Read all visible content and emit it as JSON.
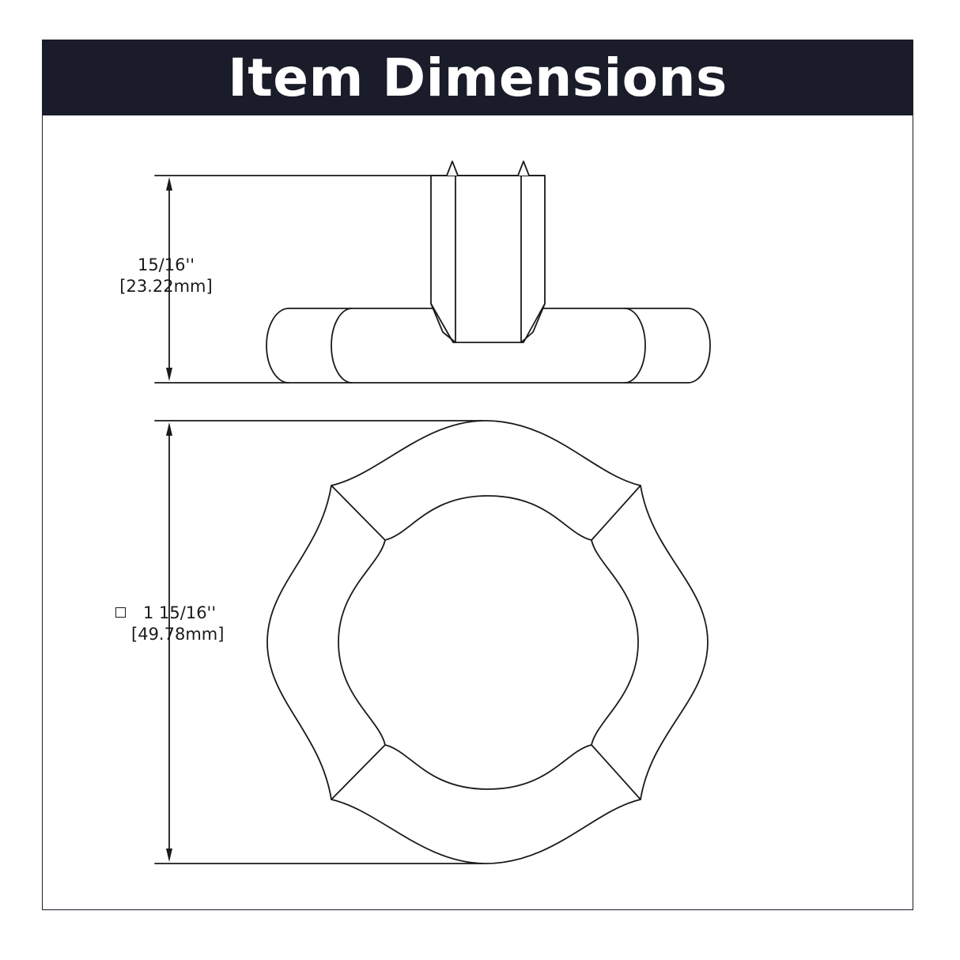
{
  "header": {
    "title": "Item Dimensions",
    "bg_color": "#1b1c2a",
    "text_color": "#ffffff"
  },
  "dimensions": {
    "height": {
      "imperial": "15/16''",
      "metric": "23.22mm"
    },
    "square": {
      "imperial": "1 15/16''",
      "metric": "49.78mm",
      "symbol": "square-symbol-icon"
    }
  },
  "colors": {
    "line": "#1a1a1a",
    "frame": "#1b1c2a"
  }
}
